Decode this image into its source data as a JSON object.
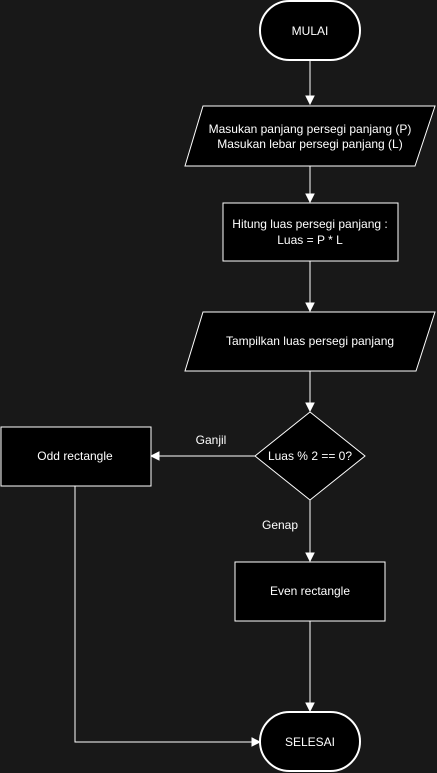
{
  "colors": {
    "background": "#181818",
    "shape_fill": "#000000",
    "stroke": "#ffffff",
    "text": "#ffffff"
  },
  "nodes": {
    "start": {
      "shape": "terminator",
      "label": "MULAI"
    },
    "input": {
      "shape": "parallelogram",
      "line1": "Masukan panjang persegi panjang (P)",
      "line2": "Masukan lebar persegi panjang (L)"
    },
    "process": {
      "shape": "rectangle",
      "line1": "Hitung luas persegi panjang :",
      "line2": "Luas = P * L"
    },
    "output": {
      "shape": "parallelogram",
      "label": "Tampilkan luas persegi panjang"
    },
    "decision": {
      "shape": "diamond",
      "label": "Luas % 2 == 0?"
    },
    "odd": {
      "shape": "rectangle",
      "label": "Odd rectangle"
    },
    "even": {
      "shape": "rectangle",
      "label": "Even rectangle"
    },
    "end": {
      "shape": "terminator",
      "label": "SELESAI"
    }
  },
  "edges": {
    "ganjil_label": "Ganjil",
    "genap_label": "Genap"
  }
}
